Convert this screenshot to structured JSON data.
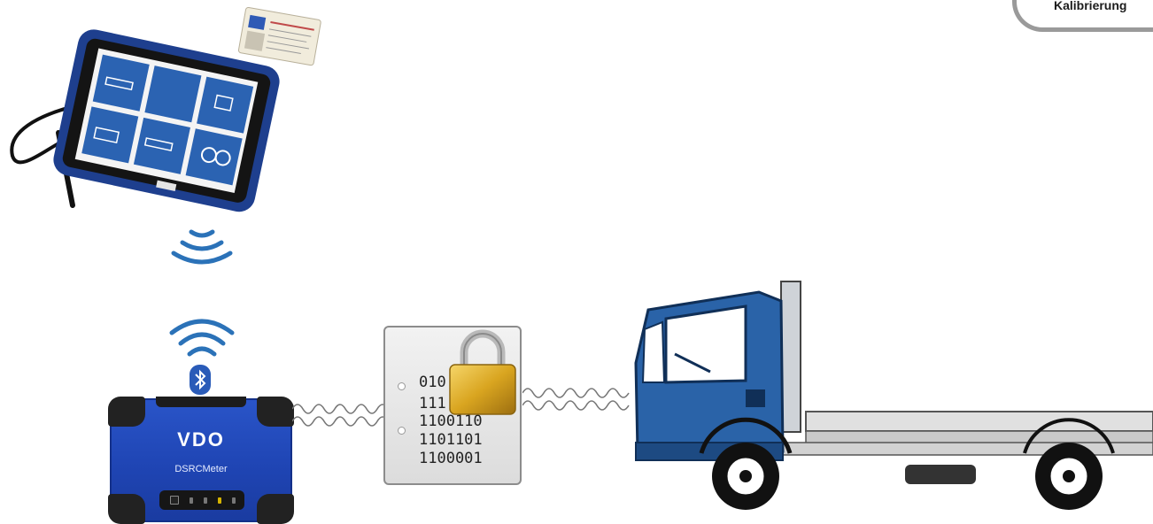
{
  "header": {
    "tab_label": "Kalibrierung"
  },
  "device": {
    "logo": "VDO",
    "name": "DSRCMeter"
  },
  "document": {
    "binary_lines": [
      "010",
      "111",
      "1100110",
      "1101101",
      "1100001"
    ]
  },
  "icons": [
    "tablet-icon",
    "wireless-waves-down-icon",
    "wireless-waves-up-icon",
    "bluetooth-icon",
    "signal-wave-icon",
    "padlock-icon",
    "truck-icon"
  ],
  "colors": {
    "device_blue": "#1f45b4",
    "truck_blue": "#2a63a8",
    "wave_blue": "#2b72b8",
    "lock_gold": "#d9a520"
  }
}
